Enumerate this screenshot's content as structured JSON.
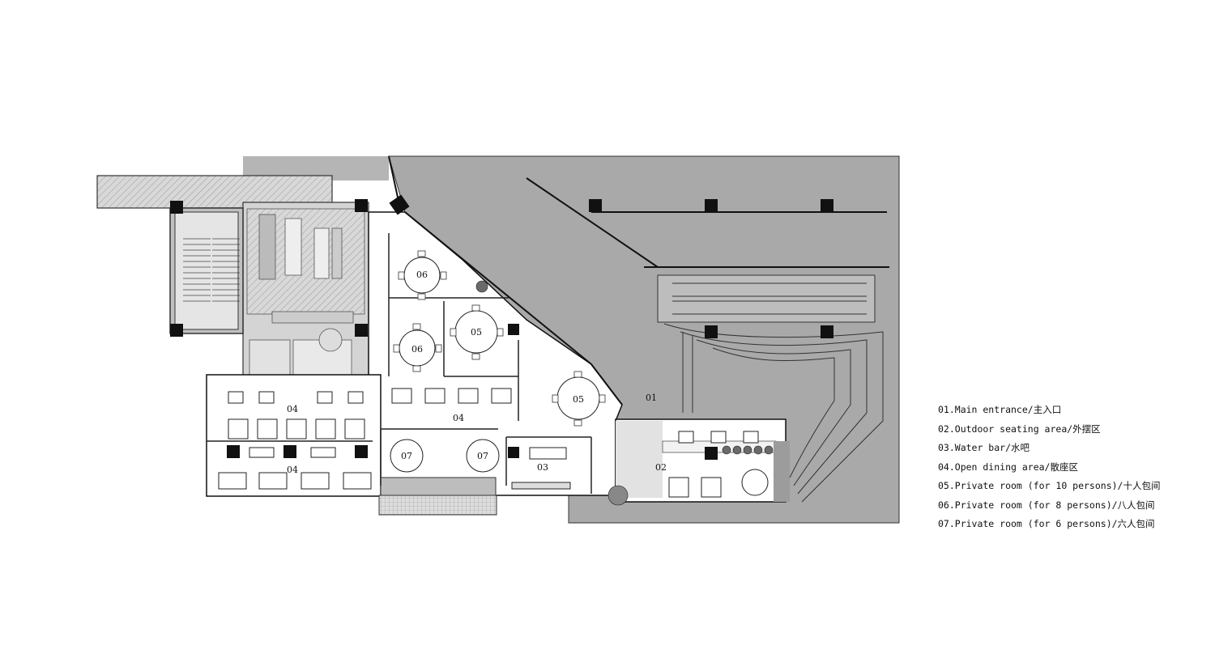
{
  "zones": [
    {
      "id": "01",
      "label": "01"
    },
    {
      "id": "02",
      "label": "02"
    },
    {
      "id": "03",
      "label": "03"
    },
    {
      "id": "04",
      "label": "04"
    },
    {
      "id": "05",
      "label": "05"
    },
    {
      "id": "06",
      "label": "06"
    },
    {
      "id": "07",
      "label": "07"
    }
  ],
  "legend": [
    "01.Main entrance/主入口",
    "02.Outdoor seating area/外摆区",
    "03.Water bar/水吧",
    "04.Open dining area/散座区",
    "05.Private room (for 10 persons)/十人包间",
    "06.Private room (for 8 persons)/八人包间",
    "07.Private room (for 6 persons)/六人包间"
  ],
  "colors": {
    "exterior": "#a9a9a9",
    "kitchen": "#d6d6d6",
    "wall": "#111111",
    "line": "#444444",
    "floor": "#ffffff"
  }
}
